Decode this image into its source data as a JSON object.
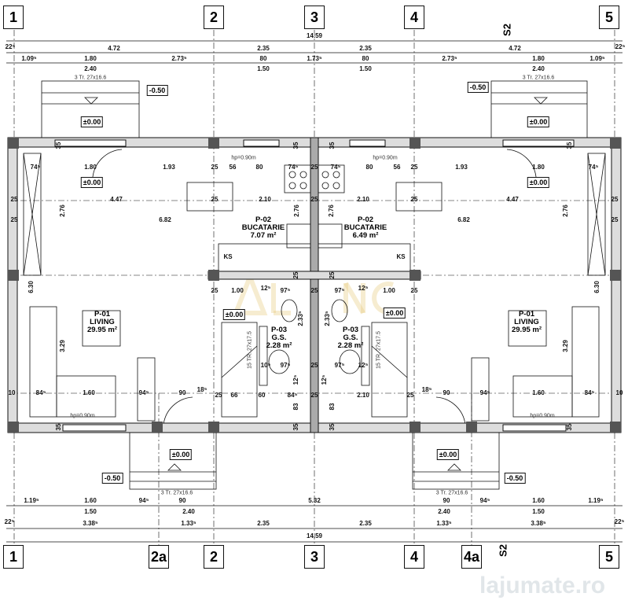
{
  "axes_top": [
    "1",
    "2",
    "3",
    "4",
    "5"
  ],
  "axes_bottom": [
    "1",
    "2a",
    "2",
    "3",
    "4",
    "4a",
    "5"
  ],
  "section_marker": "S2",
  "dims_top": [
    "14.59",
    "22⁵",
    "4.72",
    "2.35",
    "2.35",
    "4.72",
    "22⁵",
    "1.09⁵",
    "1.80",
    "2.73⁵",
    "80",
    "1.73⁵",
    "80",
    "2.73⁵",
    "1.80",
    "1.09⁵",
    "2.40",
    "1.50",
    "1.50",
    "2.40"
  ],
  "dims_bottom": [
    "1.19⁵",
    "1.60",
    "94⁵",
    "90",
    "5.32",
    "90",
    "94⁵",
    "1.60",
    "1.19⁵",
    "1.50",
    "2.40",
    "2.40",
    "1.50",
    "22⁵",
    "3.38⁵",
    "1.33⁵",
    "2.35",
    "2.35",
    "1.33⁵",
    "3.38⁵",
    "22⁵",
    "14.59"
  ],
  "dims_interior": [
    "74⁵",
    "1.80",
    "1.93",
    "25",
    "56",
    "80",
    "74⁵",
    "25",
    "74⁵",
    "80",
    "56",
    "25",
    "1.93",
    "1.80",
    "74⁵",
    "25",
    "4.47",
    "2.10",
    "25",
    "25",
    "2.10",
    "25",
    "4.47",
    "25",
    "6.82",
    "6.82",
    "25",
    "1.00",
    "12⁵",
    "97⁵",
    "25",
    "97⁵",
    "12⁵",
    "1.00",
    "25",
    "10",
    "84⁵",
    "1.60",
    "94⁵",
    "90",
    "18⁵",
    "25",
    "66",
    "60",
    "84⁵",
    "25",
    "2.10",
    "25",
    "18⁵",
    "90",
    "94⁵",
    "1.60",
    "84⁵",
    "10",
    "25",
    "25",
    "10⁵",
    "97⁵",
    "25",
    "97⁵",
    "12⁵"
  ],
  "dims_vertical": [
    "2.76",
    "2.76",
    "6.30",
    "6.30",
    "3.29",
    "3.29",
    "2.76",
    "2.76",
    "2.33⁵",
    "2.33⁵",
    "35",
    "35",
    "35",
    "35",
    "35",
    "35",
    "35",
    "35",
    "25",
    "25",
    "83",
    "83",
    "12⁵",
    "12⁵"
  ],
  "rooms": [
    {
      "code": "P-01",
      "name": "LIVING",
      "area": "29.95 m²"
    },
    {
      "code": "P-02",
      "name": "BUCATARIE",
      "area": "7.07 m²"
    },
    {
      "code": "P-02",
      "name": "BUCATARIE",
      "area": "6.49 m²"
    },
    {
      "code": "P-03",
      "name": "G.S.",
      "area": "2.28 m²"
    },
    {
      "code": "P-03",
      "name": "G.S.",
      "area": "2.28 m²"
    },
    {
      "code": "P-01",
      "name": "LIVING",
      "area": "29.95 m²"
    }
  ],
  "ks_label": "KS",
  "levels": [
    "±0.00",
    "±0.00",
    "-0.50",
    "-0.50",
    "±0.00",
    "±0.00",
    "±0.00",
    "±0.00",
    "±0.00",
    "±0.00",
    "-0.50",
    "-0.50"
  ],
  "stairs_note": "3 Tr. 27x16.6",
  "inner_stairs_note": "15 TR. 27x17.5",
  "window_sill": "hp=0.90m",
  "watermark_logo": "ALLIANCE",
  "watermark_site": "lajumate.ro"
}
